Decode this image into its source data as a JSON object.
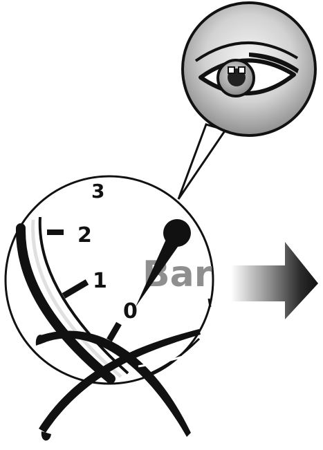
{
  "gauge": {
    "unit": "Bar",
    "ticks": [
      "3",
      "2",
      "1",
      "0"
    ],
    "needle_value": 0
  },
  "icons": {
    "magnifier": "magnifier-eye-icon",
    "arrow": "gradient-arrow-right-icon",
    "cross": "cross-mark-icon"
  },
  "colors": {
    "ink": "#111111",
    "unit_gray": "#8f8f8f",
    "lens_light": "#f2f2f2",
    "lens_dark": "#8a8a8a"
  }
}
